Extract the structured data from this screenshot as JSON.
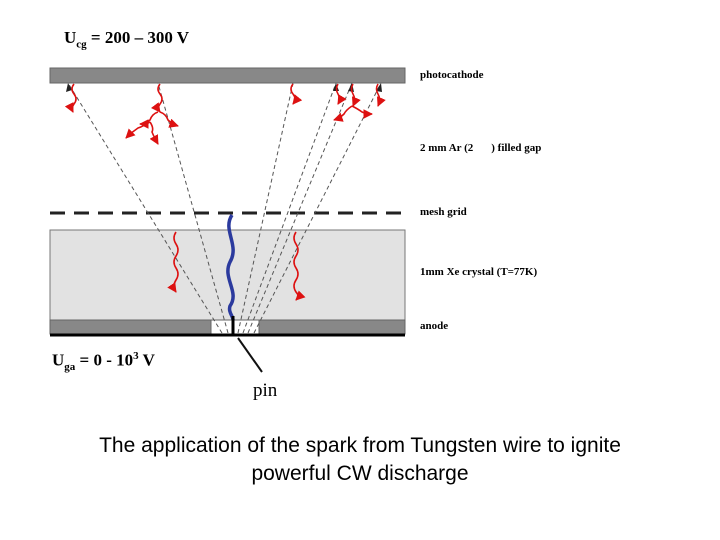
{
  "voltages": {
    "top": {
      "var": "U",
      "sub": "cg",
      "value": "= 200 – 300 V"
    },
    "bottom": {
      "var": "U",
      "sub": "ga",
      "prefix": "= 0 - 10",
      "sup": "3",
      "suffix": " V"
    }
  },
  "labels": {
    "photocathode": "photocathode",
    "gap_left": "2 mm Ar (2",
    "gap_right": ") filled gap",
    "mesh": "mesh grid",
    "crystal": "1mm Xe crystal (T=77K)",
    "anode": "anode",
    "pin": "pin"
  },
  "caption": {
    "line1": "The application of the spark from Tungsten wire to ignite",
    "line2": "powerful CW discharge"
  },
  "colors": {
    "plate": "#888888",
    "crystal": "#e2e2e2",
    "arrows": "#dd1111",
    "wire": "#2b3a9e",
    "rays": "#555555"
  }
}
